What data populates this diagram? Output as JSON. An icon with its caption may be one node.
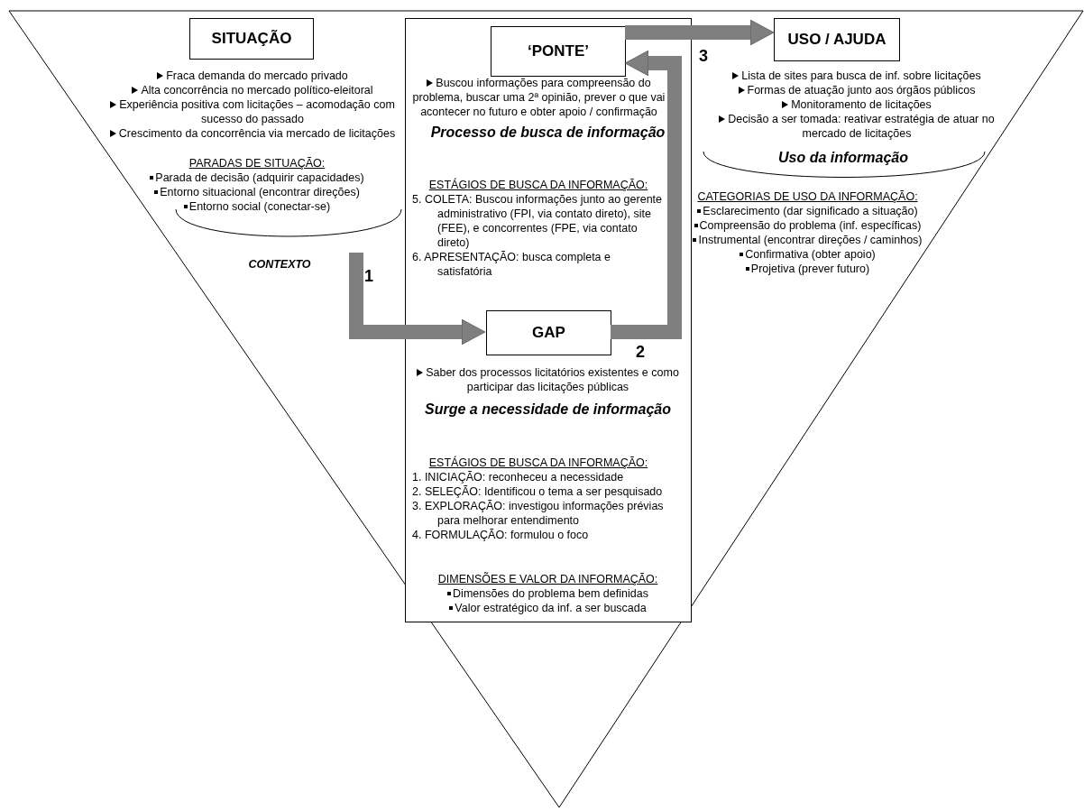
{
  "diagram": {
    "nodes": [
      {
        "text": [],
        "shape": "box"
      },
      {
        "text": [
          "‘PONTE’"
        ],
        "in": 0
      },
      {
        "text": [
          "GAP"
        ],
        "in": 0
      },
      {
        "text": [
          "SITUAÇÃO"
        ]
      },
      {
        "text": [
          "USO / AJUDA"
        ]
      }
    ],
    "edges": [
      {
        "from": null,
        "to": 2,
        "arrow": "to",
        "label": "1"
      },
      {
        "from": 2,
        "to": 1,
        "arrow": "to",
        "label": "2"
      },
      {
        "from": 1,
        "to": 4,
        "arrow": "to",
        "label": "3"
      }
    ],
    "labels": [
      "Fraca demanda do mercado privado",
      "Alta concorrência no mercado político-eleitoral",
      "Experiência positiva com licitações – acomodação com sucesso do passado",
      "Crescimento da concorrência via mercado de licitações",
      "PARADAS DE SITUAÇÃO:",
      "Parada de decisão (adquirir capacidades)",
      "Entorno situacional (encontrar direções)",
      "Entorno social (conectar-se)",
      "CONTEXTO",
      "Buscou informações para compreensão do problema, buscar uma 2ª opinião, prever o que vai acontecer no futuro e obter apoio / confirmação",
      "Processo de busca de informação",
      "ESTÁGIOS DE BUSCA DA INFORMAÇÃO:",
      "5. COLETA: Buscou informações junto ao gerente administrativo (FPI, via contato direto), site (FEE), e concorrentes (FPE, via contato direto)",
      "6. APRESENTAÇÃO: busca completa e satisfatória",
      "Saber dos processos licitatórios existentes e como participar das licitações públicas",
      "Surge a necessidade de informação",
      "ESTÁGIOS DE BUSCA DA INFORMAÇÃO:",
      "1. INICIAÇÃO: reconheceu a necessidade",
      "2. SELEÇÃO: Identificou o tema a ser pesquisado",
      "3. EXPLORAÇÃO: investigou informações prévias para melhorar entendimento",
      "4. FORMULAÇÃO: formulou o foco",
      "DIMENSÕES E VALOR DA INFORMAÇÃO:",
      "Dimensões do problema bem definidas",
      "Valor estratégico da inf. a ser buscada",
      "Lista de sites para busca de inf. sobre licitações",
      "Formas de atuação junto aos órgãos públicos",
      "Monitoramento de licitações",
      "Decisão a ser tomada: reativar estratégia de atuar no mercado de licitações",
      "Uso da informação",
      "CATEGORIAS DE USO DA INFORMAÇÃO:",
      "Esclarecimento (dar significado a situação)",
      "Compreensão do problema (inf. específicas)",
      "Instrumental (encontrar direções / caminhos)",
      "Confirmativa (obter apoio)",
      "Projetiva (prever futuro)"
    ]
  }
}
